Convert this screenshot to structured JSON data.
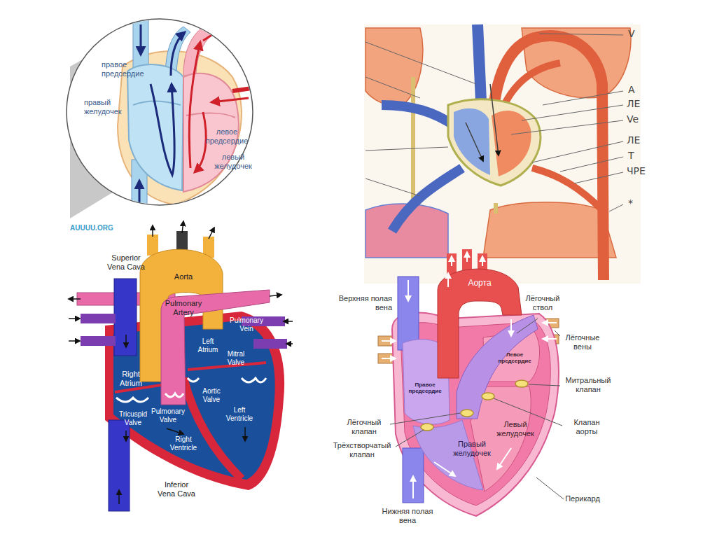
{
  "diagram": {
    "labels": [
      "правое предсердие",
      "правый желудочек",
      "левое предсердие",
      "левый желудочек",
      "AUUUU.ORG",
      "V",
      "А",
      "ЛЕ",
      "Ve",
      "ЛЕ",
      "Т",
      "ЧРЕ",
      "*",
      "Superior Vena Cava",
      "Aorta",
      "Pulmonary Artery",
      "Pulmonary Vein",
      "Left Atrium",
      "Mitral Valve",
      "Right Atrium",
      "Aortic Valve",
      "Left Ventricle",
      "Tricuspid Valve",
      "Pulmonary Valve",
      "Right Ventricle",
      "Inferior Vena Cava",
      "Верхняя полая вена",
      "Аорта",
      "Лёгочный ствол",
      "Лёгочные вены",
      "Левое предсердие",
      "Митральный клапан",
      "Правое предсердие",
      "Клапан аорты",
      "Лёгочный клапан",
      "Левый желудочек",
      "Трёхстворчатый клапан",
      "Правый желудочек",
      "Нижняя полая вена",
      "Перикард"
    ]
  }
}
